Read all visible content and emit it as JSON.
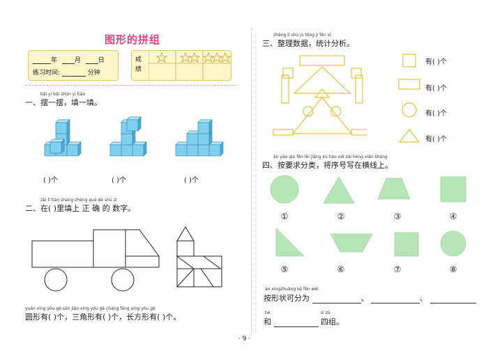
{
  "title": "图形的拼组",
  "header": {
    "date_year": "年",
    "date_month": "月",
    "date_day": "日",
    "practice_label": "练习时间:",
    "minutes": "分钟",
    "score_label": "成绩"
  },
  "colors": {
    "title": "#e0457b",
    "header_fill": "#fdf6c9",
    "cube_fill": "#7fd0ee",
    "outline_yellow": "#e3c13a",
    "shape_green": "#b8e5b8"
  },
  "section1": {
    "pinyin": "bǎi yi bǎi    shǔn yi tián",
    "title": "一、摆一摆，填一填。",
    "answers": [
      "(        )个",
      "(        )个",
      "(        )个"
    ]
  },
  "section2": {
    "pinyin": "zài     lǐ tián shang zhèng què  de  shù  zì",
    "title": "二、在(     )里填上 正 确 的 数字。",
    "bottom_pinyin": "yuán xíng yǒu        gè    sān jiǎo xíng yǒu        gè   cháng fāng xíng yǒu        gè",
    "bottom_text": "圆形有(   )个，三角形有(   )个，长方形有(   )个。"
  },
  "section3": {
    "pinyin": "zhěng  lǐ  shù  jù  tǒng  jì  fēn  xī",
    "title": "三、整理数据，统计分析。",
    "counts": [
      "有(        )个",
      "有(        )个",
      "有(        )个",
      "有(        )个"
    ]
  },
  "section4": {
    "pinyin": "àn  yāo qiú fēn lèi    jiāng xù hào xiě zài héng xiàn shàng",
    "title": "四、按要求分类，将序号写在横线上。",
    "row1_numbers": [
      "①",
      "②",
      "③",
      "④"
    ],
    "row2_numbers": [
      "⑤",
      "⑥",
      "⑦",
      "⑧"
    ],
    "classify_pinyin": "àn xíngzhuàng kě  fēn  wéi",
    "classify_text": "按形状可分为",
    "sep": "、",
    "and_pinyin": "hé",
    "and_text": "和",
    "groups_pinyin": "sì  zǔ",
    "groups_text": "四组。"
  },
  "footer": {
    "page": "· 9 ·"
  }
}
